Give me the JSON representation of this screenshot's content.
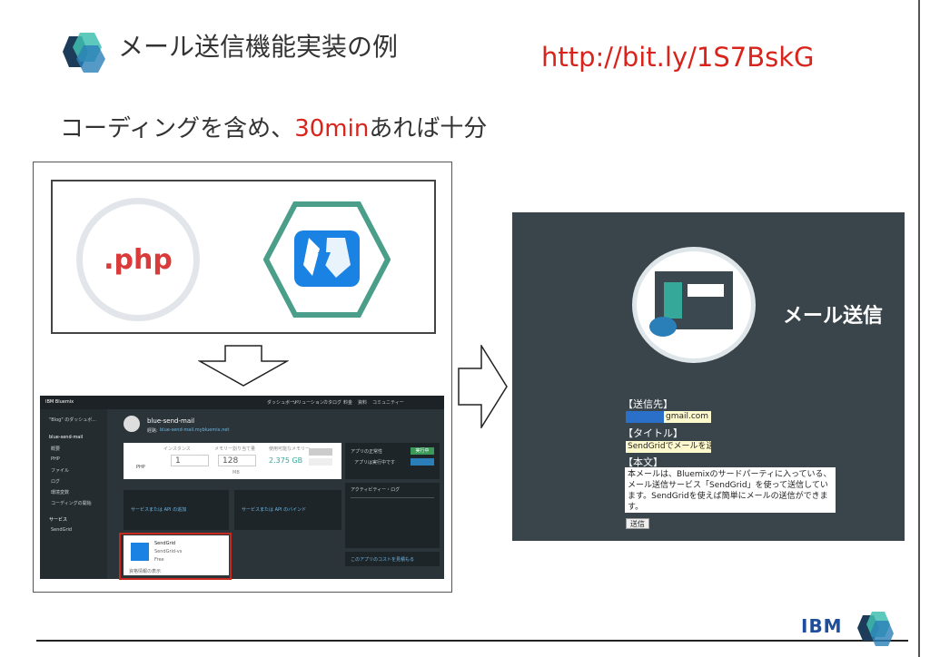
{
  "header": {
    "title": "メール送信機能実装の例",
    "url": "http://bit.ly/1S7BskG",
    "subtitle_prefix": "コーディングを含め、",
    "subtitle_highlight": "30min",
    "subtitle_suffix": "あれば十分"
  },
  "left_box": {
    "php_label": ".php"
  },
  "dashboard": {
    "brand": "IBM Bluemix",
    "top_nav": [
      "ダッシュボード",
      "ソリューション",
      "カタログ",
      "料金",
      "資料",
      "コミュニティー"
    ],
    "space_select": "\"Blog\" のダッシュボ...",
    "app_name": "blue-send-mail",
    "app_route_label": "経路:",
    "app_route": "blue-send-mail.mybluemix.net",
    "sidebar": [
      "blue-send-mail",
      "概要",
      "PHP",
      "ファイル",
      "ログ",
      "環境変数",
      "コーディングの開始",
      "サービス",
      "SendGrid"
    ],
    "instances_label": "インスタンス",
    "instances_value": "1",
    "memory_label": "メモリー割り当て量",
    "memory_value": "128",
    "memory_unit": "MB",
    "free_memory_label": "使用可能なメモリー",
    "free_memory_value": "2.375 GB",
    "runtime_label": "PHP",
    "status_label": "アプリの正常性",
    "status_text": "アプリは実行中です",
    "status_badge": "実行中",
    "activity_label": "アクティビティー・ログ",
    "add_service": "サービスまたは API の追加",
    "bind_service": "サービスまたは API のバインド",
    "sendgrid_name": "SendGrid",
    "sendgrid_plan": "SendGrid-vs",
    "sendgrid_tier": "Free",
    "sendgrid_footer": "資格情報の表示",
    "cost_link": "このアプリのコストを見積もる"
  },
  "mail_form": {
    "heading": "メール送信",
    "to_label": "【送信先】",
    "to_value": "gmail.com",
    "subject_label": "【タイトル】",
    "subject_value": "SendGridでメールを送りま",
    "body_label": "【本文】",
    "body_value": "本メールは、Bluemixのサードパーティに入っている、メール送信サービス「SendGrid」を使って送信しています。SendGridを使えば簡単にメールの送信ができます。",
    "send_button": "送信"
  },
  "footer": {
    "ibm_label": "IBM"
  },
  "colors": {
    "accent_red": "#d9241c",
    "panel_bg": "#39444b",
    "ibm_blue": "#1f4f9c",
    "hex_green": "#4a9e8a",
    "sendgrid_blue": "#1a82e2"
  }
}
